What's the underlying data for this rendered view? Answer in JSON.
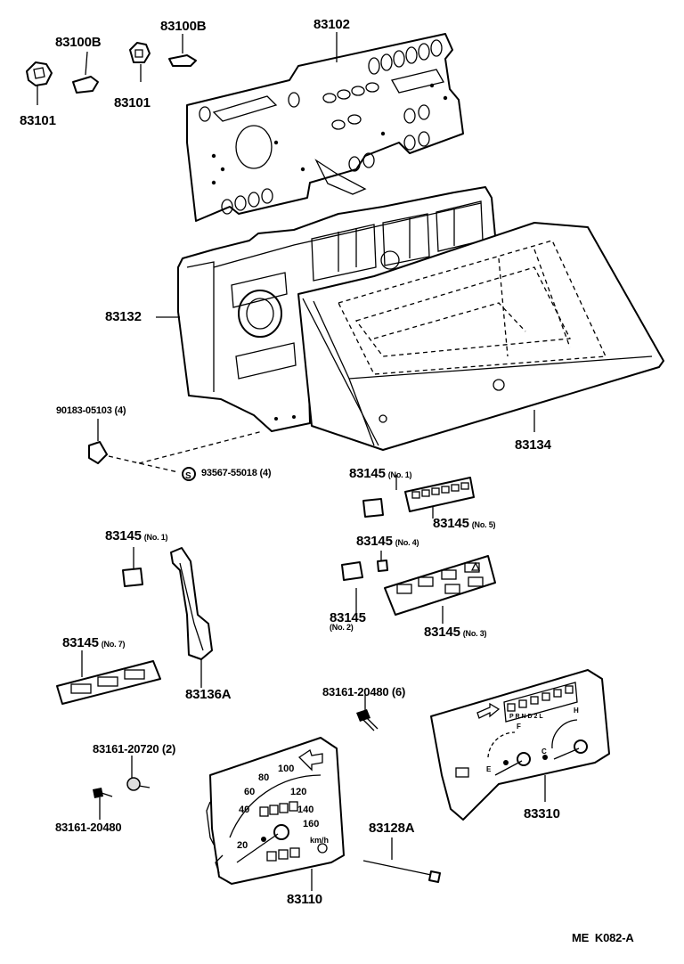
{
  "parts": {
    "p83101_left": "83101",
    "p83100b_left": "83100B",
    "p83101_right": "83101",
    "p83100b_right": "83100B",
    "p83102": "83102",
    "p83132": "83132",
    "p90183": "90183-05103 (4)",
    "p93567": "93567-55018 (4)",
    "p83134": "83134",
    "p83145_no1_top": "83145",
    "p83145_no1_top_sub": "(No. 1)",
    "p83145_no5": "83145",
    "p83145_no5_sub": "(No. 5)",
    "p83145_no1_left": "83145",
    "p83145_no1_left_sub": "(No. 1)",
    "p83145_no4": "83145",
    "p83145_no4_sub": "(No. 4)",
    "p83145_no2": "83145",
    "p83145_no2_sub": "(No. 2)",
    "p83145_no3": "83145",
    "p83145_no3_sub": "(No. 3)",
    "p83145_no7": "83145",
    "p83145_no7_sub": "(No. 7)",
    "p83136a": "83136A",
    "p83161_6": "83161-20480 (6)",
    "p83161_2": "83161-20720 (2)",
    "p83161_bottom": "83161-20480",
    "p83310": "83310",
    "p83128a": "83128A",
    "p83110": "83110"
  },
  "speedometer": {
    "scale": [
      "20",
      "40",
      "60",
      "80",
      "100",
      "120",
      "140",
      "160"
    ],
    "unit": "km/h"
  },
  "gauge_letters": "P R N D 2 L",
  "gauge_marks": {
    "empty": "E",
    "full": "F",
    "cold": "C",
    "hot": "H"
  },
  "diagram_code": "ME  K082-A"
}
